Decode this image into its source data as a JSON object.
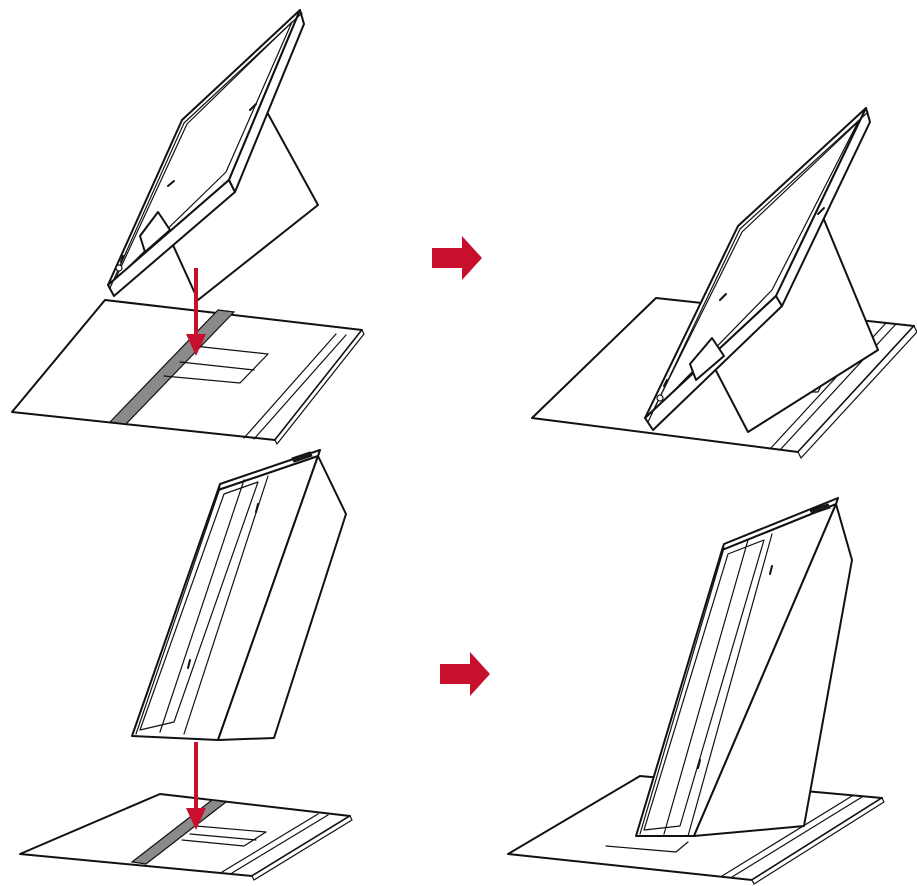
{
  "colors": {
    "accent_arrow": "#c8102e",
    "line": "#111111",
    "groove": "#8a8a8a",
    "background": "#ffffff"
  },
  "steps": [
    {
      "orientation": "landscape",
      "stage": "place-on-stand"
    },
    {
      "orientation": "landscape",
      "stage": "result"
    },
    {
      "orientation": "portrait",
      "stage": "place-on-stand"
    },
    {
      "orientation": "portrait",
      "stage": "result"
    }
  ],
  "icons": {
    "down_arrow": "down-arrow-icon",
    "next_arrow": "right-arrow-icon"
  }
}
